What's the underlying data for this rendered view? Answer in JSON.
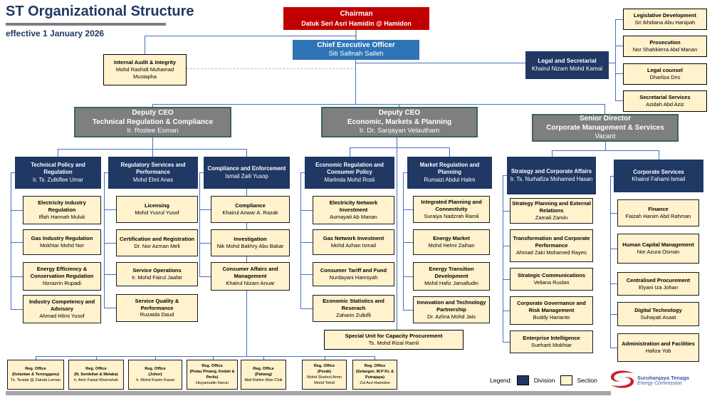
{
  "header": {
    "title": "ST Organizational Structure",
    "effective": "effective 1 January 2026"
  },
  "top": {
    "chairman": {
      "title": "Chairman",
      "name": "Datuk Seri Asri Hamidin @ Hamidon"
    },
    "ceo": {
      "title": "Chief Executive Officer",
      "name": "Siti Safinah Salleh"
    },
    "internal_audit": {
      "title": "Internal Audit & Integrity",
      "name": "Mohd Rashidi Muhamad Mustapha"
    },
    "legal": {
      "title": "Legal and Secretarial",
      "name": "Khairul Nizam Mohd Kamal"
    },
    "legal_sections": [
      {
        "title": "Legislative Development",
        "name": "Sri Ikhdiana Abu Hanipah"
      },
      {
        "title": "Prosecution",
        "name": "Nor Shahkierra Abd Manan"
      },
      {
        "title": "Legal counsel",
        "name": "Dharliza Dris"
      },
      {
        "title": "Secretarial Services",
        "name": "Azidah Abd Aziz"
      }
    ]
  },
  "executives": [
    {
      "role": "Deputy CEO",
      "dept": "Technical Regulation & Compliance",
      "name": "Ir. Roslee Esman"
    },
    {
      "role": "Deputy CEO",
      "dept": "Economic, Markets & Planning",
      "name": "Ir. Dr. Sanjayan Velautham"
    },
    {
      "role": "Senior Director",
      "dept": "Corporate Management & Services",
      "name": "Vacant"
    }
  ],
  "columns": [
    {
      "division": {
        "title": "Technical Policy and Regulation",
        "name": "Ir. Ts. Zulkiflee Umar"
      },
      "sections": [
        {
          "title": "Electricity Industry Regulation",
          "name": "Iffah Hannah Muluk"
        },
        {
          "title": "Gas Industry Regulation",
          "name": "Mokhtar Mohd Nor"
        },
        {
          "title": "Energy Efficiency & Conservation Regulation",
          "name": "Norazrin Rupadi"
        },
        {
          "title": "Industry Competency and Advisory",
          "name": "Ahmad Hilmi Yusof"
        }
      ]
    },
    {
      "division": {
        "title": "Regulatory Services and Performance",
        "name": "Mohd Elmi Anas"
      },
      "sections": [
        {
          "title": "Licensing",
          "name": "Mohd Yusrul Yusof"
        },
        {
          "title": "Certification and Registration",
          "name": "Dr. Nor Azman Meli"
        },
        {
          "title": "Service Operations",
          "name": "Ir. Mohd Fairul Jaafar"
        },
        {
          "title": "Service Quality & Performance",
          "name": "Ruzaida Daud"
        }
      ]
    },
    {
      "division": {
        "title": "Compliance and Enforcement",
        "name": "Ismail Zaili Yusop"
      },
      "sections": [
        {
          "title": "Compliance",
          "name": "Khairul Anwar A. Razak"
        },
        {
          "title": "Investigation",
          "name": "Nik Mohd Bakhry Abu Bakar"
        },
        {
          "title": "Consumer Affairs and Management",
          "name": "Khairul Nizam Anuar"
        }
      ]
    },
    {
      "division": {
        "title": "Economic Regulation and Consumer Policy",
        "name": "Marlinda Mohd Rosli"
      },
      "sections": [
        {
          "title": "Electricity Network Investment",
          "name": "Asmayati Ab Manan"
        },
        {
          "title": "Gas Network Investnent",
          "name": "Mohd Azhan Ismail"
        },
        {
          "title": "Consumer Tariff and Fund",
          "name": "Nurdayani Hamsyah"
        },
        {
          "title": "Economic Statistics and Reserach",
          "name": "Zaharin Zulkifli"
        }
      ]
    },
    {
      "division": {
        "title": "Market Regulation and Planning",
        "name": "Rumaizi Abdul Halim"
      },
      "sections": [
        {
          "title": "Integrated Planning and Connectivity",
          "name": "Suraiya Nadzrah Ramli"
        },
        {
          "title": "Energy Market",
          "name": "Mohd Helmi Zaihan"
        },
        {
          "title": "Energy Transition Development",
          "name": "Mohd Hafiz Jamalludin"
        },
        {
          "title": "Innovation and Technology Partnership",
          "name": "Dr. Azlina Mohd Jais"
        }
      ]
    },
    {
      "division": {
        "title": "Strategy and Corporate Affairs",
        "name": "Ir. Ts. Nurhafiza Mohamed Hasan"
      },
      "sections": [
        {
          "title": "Strategy Planning and External Relations",
          "name": "Zamali Zamin"
        },
        {
          "title": "Transformation and Corporate Performance",
          "name": "Ahmad Zaki Mohamed Rayes"
        },
        {
          "title": "Strategic Communications",
          "name": "Veliana Ruslan"
        },
        {
          "title": "Corporate Governance and Risk Management",
          "name": "Buddy Harianto"
        },
        {
          "title": "Enterprise Intelligence",
          "name": "Sueharti Mokhtar"
        }
      ]
    },
    {
      "division": {
        "title": "Corporate Services",
        "name": "Khairol Fahami Ismail"
      },
      "sections": [
        {
          "title": "Finance",
          "name": "Faizah Hanim Abd Rahman"
        },
        {
          "title": "Human Capital Management",
          "name": "Nor Azura Osman"
        },
        {
          "title": "Centralised Procurement",
          "name": "Elyani Iza Johan"
        },
        {
          "title": "Digital Technology",
          "name": "Suhayati Asaat"
        },
        {
          "title": "Administration and Facilities",
          "name": "Hafiza Yob"
        }
      ]
    }
  ],
  "special_unit": {
    "title": "Special Unit for Capacity Procurement",
    "name": "Ts. Mohd Rizal Ramli"
  },
  "regional_offices": [
    {
      "title": "Reg. Office",
      "region": "(Kelantan & Terengganu)",
      "name": "Ts. Teratai @ Zainab Leman"
    },
    {
      "title": "Reg. Office",
      "region": "(N. Sembilan & Melaka)",
      "name": "Ir. Amir Faisal Khamshah"
    },
    {
      "title": "Reg. Office",
      "region": "(Johor)",
      "name": "Ir. Mohd Kasim Kaswi"
    },
    {
      "title": "Reg. Office",
      "region": "(Pulau Pinang, Kedah & Perlis)",
      "name": "Hisyamudin Harun"
    },
    {
      "title": "Reg. Office",
      "region": "(Pahang)",
      "name": "Abd Rahim Wan Chik"
    },
    {
      "title": "Reg. Office",
      "region": "(Perak)",
      "name": "Mohd Shahrul Amin Mohd Tohid"
    },
    {
      "title": "Reg. Office",
      "region": "(Selangor, W.P KL & Putrajaya)",
      "name": "Zul Azri Hamidon"
    }
  ],
  "legend": {
    "label": "Legend:",
    "division": "Division",
    "section": "Section"
  },
  "logo": {
    "name": "Suruhanjaya Tenaga",
    "tagline": "Energy Commission"
  },
  "colors": {
    "chairman": "#C00000",
    "ceo": "#2E74B5",
    "executive": "#7F7F7F",
    "division": "#1F3864",
    "section": "#FFF2CC",
    "connector": "#4472C4"
  }
}
